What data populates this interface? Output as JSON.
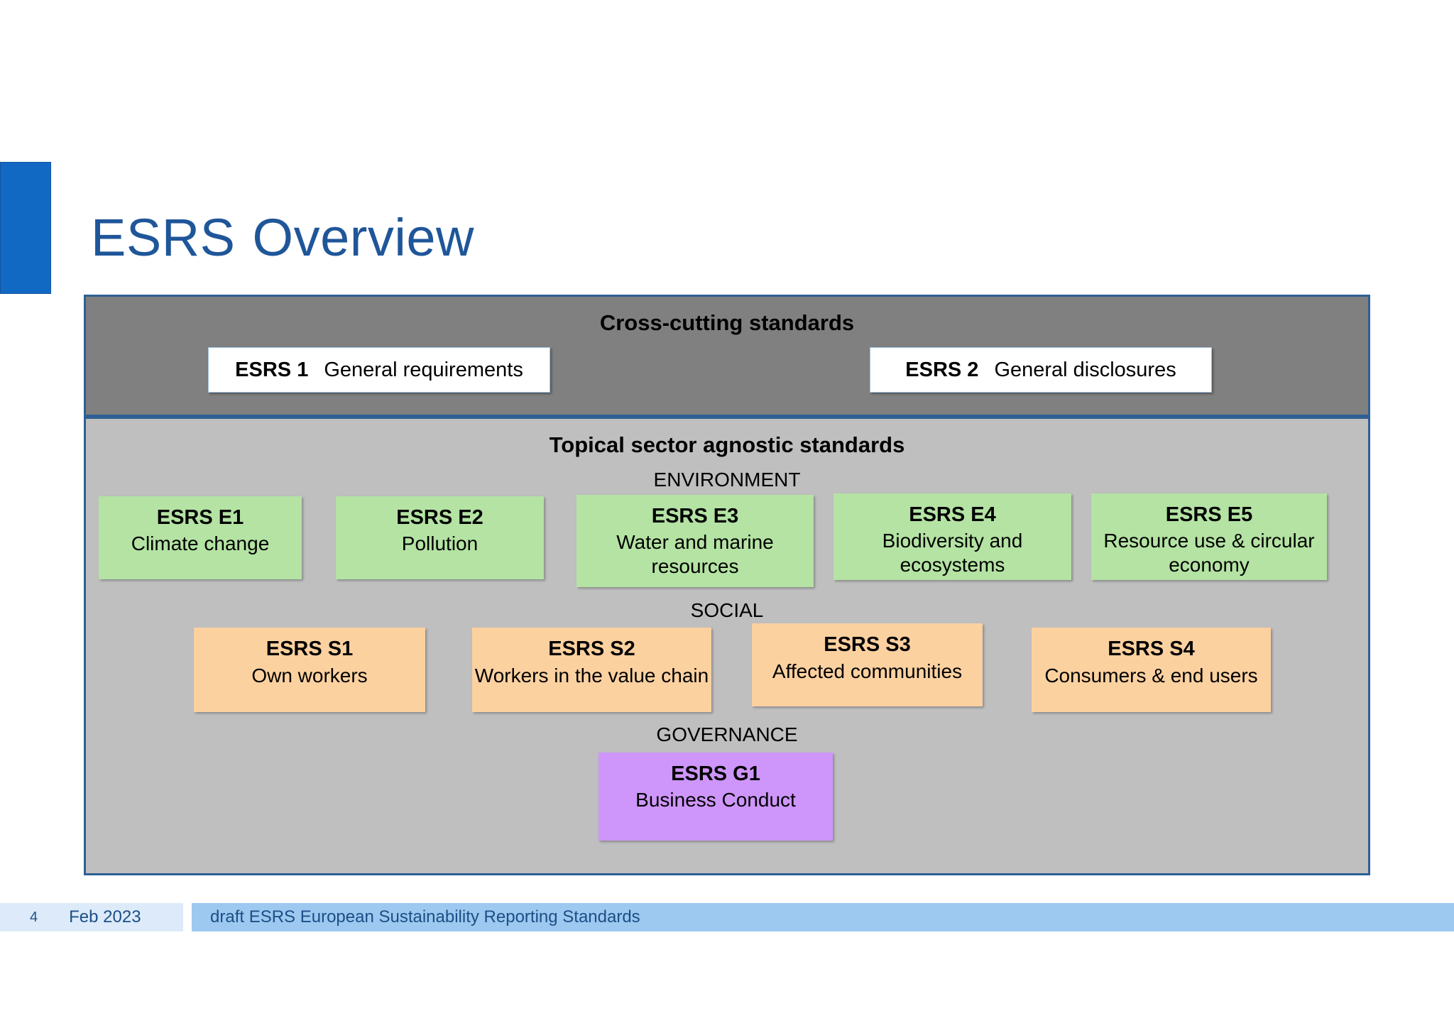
{
  "title": {
    "part1": "ESRS",
    "part2": "Overview"
  },
  "cross_cutting": {
    "heading": "Cross-cutting standards",
    "boxes": [
      {
        "code": "ESRS 1",
        "desc": "General requirements"
      },
      {
        "code": "ESRS 2",
        "desc": "General disclosures"
      }
    ]
  },
  "topical": {
    "heading": "Topical sector agnostic standards",
    "groups": [
      {
        "label": "ENVIRONMENT",
        "color": "#b4e3a3",
        "cards": [
          {
            "code": "ESRS E1",
            "desc": "Climate change"
          },
          {
            "code": "ESRS E2",
            "desc": "Pollution"
          },
          {
            "code": "ESRS E3",
            "desc": "Water and marine resources"
          },
          {
            "code": "ESRS E4",
            "desc": "Biodiversity and ecosystems"
          },
          {
            "code": "ESRS E5",
            "desc": "Resource use & circular economy"
          }
        ]
      },
      {
        "label": "SOCIAL",
        "color": "#fcd1a0",
        "cards": [
          {
            "code": "ESRS S1",
            "desc": "Own workers"
          },
          {
            "code": "ESRS S2",
            "desc": "Workers in the value chain"
          },
          {
            "code": "ESRS S3",
            "desc": "Affected communities"
          },
          {
            "code": "ESRS S4",
            "desc": "Consumers & end users"
          }
        ]
      },
      {
        "label": "GOVERNANCE",
        "color": "#ce96fa",
        "cards": [
          {
            "code": "ESRS G1",
            "desc": "Business Conduct"
          }
        ]
      }
    ]
  },
  "footer": {
    "page": "4",
    "date": "Feb 2023",
    "text": "draft ESRS European Sustainability Reporting Standards"
  },
  "colors": {
    "accent_blue": "#1269c4",
    "title_blue": "#1f5699",
    "panel_border": "#2e6094",
    "cross_band": "#808080",
    "topical_band": "#bfbfbf",
    "environment": "#b4e3a3",
    "social": "#fcd1a0",
    "governance": "#ce96fa",
    "footer_bar": "#9dc8f0",
    "footer_left": "#dceaf9"
  }
}
